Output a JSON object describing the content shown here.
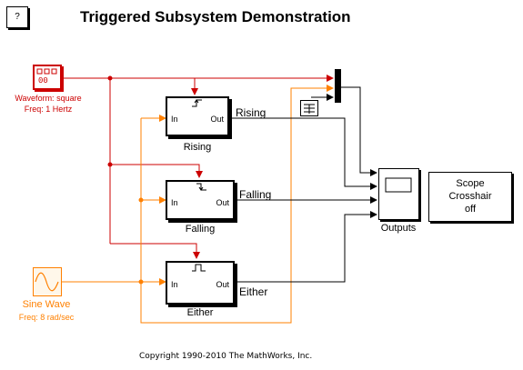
{
  "title": "Triggered Subsystem Demonstration",
  "help_label": "?",
  "pulse": {
    "label_line1": "Waveform: square",
    "label_line2": "Freq: 1 Hertz",
    "display": "00",
    "icon": "pulse-generator-icon"
  },
  "sine": {
    "label_line1": "Sine Wave",
    "label_line2": "Freq: 8 rad/sec",
    "icon": "sine-wave-icon"
  },
  "subsystems": [
    {
      "name": "Rising",
      "in_port": "In",
      "out_port": "Out",
      "signal": "Rising",
      "trigger_icon": "rising-edge-icon"
    },
    {
      "name": "Falling",
      "in_port": "In",
      "out_port": "Out",
      "signal": "Falling",
      "trigger_icon": "falling-edge-icon"
    },
    {
      "name": "Either",
      "in_port": "In",
      "out_port": "Out",
      "signal": "Either",
      "trigger_icon": "either-edge-icon"
    }
  ],
  "scope": {
    "name": "Outputs",
    "icon": "scope-icon"
  },
  "crosshair": {
    "line1": "Scope",
    "line2": "Crosshair",
    "line3": "off"
  },
  "mux_icon": "mux-icon",
  "bus_selector_icon": "bus-selector-icon",
  "copyright": "Copyright 1990-2010 The MathWorks, Inc.",
  "colors": {
    "red": "#cc0000",
    "orange": "#ff8000",
    "black": "#000000"
  }
}
